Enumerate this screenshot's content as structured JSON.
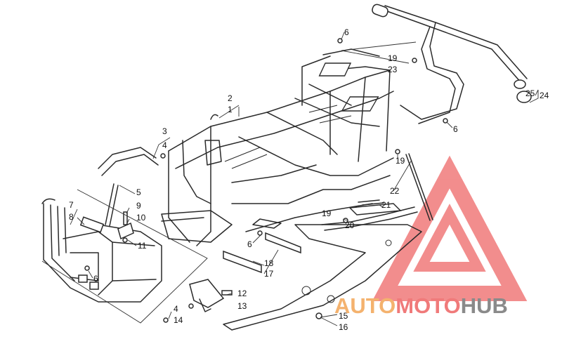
{
  "diagram": {
    "callouts": [
      {
        "id": "c1",
        "text": "1"
      },
      {
        "id": "c2",
        "text": "2"
      },
      {
        "id": "c3",
        "text": "3"
      },
      {
        "id": "c4a",
        "text": "4"
      },
      {
        "id": "c4b",
        "text": "4"
      },
      {
        "id": "c5",
        "text": "5"
      },
      {
        "id": "c6a",
        "text": "6"
      },
      {
        "id": "c6b",
        "text": "6"
      },
      {
        "id": "c6c",
        "text": "6"
      },
      {
        "id": "c6d",
        "text": "6"
      },
      {
        "id": "c7",
        "text": "7"
      },
      {
        "id": "c8",
        "text": "8"
      },
      {
        "id": "c9",
        "text": "9"
      },
      {
        "id": "c10",
        "text": "10"
      },
      {
        "id": "c11",
        "text": "11"
      },
      {
        "id": "c12",
        "text": "12"
      },
      {
        "id": "c13",
        "text": "13"
      },
      {
        "id": "c14",
        "text": "14"
      },
      {
        "id": "c15",
        "text": "15"
      },
      {
        "id": "c16",
        "text": "16"
      },
      {
        "id": "c17",
        "text": "17"
      },
      {
        "id": "c18",
        "text": "18"
      },
      {
        "id": "c19a",
        "text": "19"
      },
      {
        "id": "c19b",
        "text": "19"
      },
      {
        "id": "c19c",
        "text": "19"
      },
      {
        "id": "c20",
        "text": "20"
      },
      {
        "id": "c21",
        "text": "21"
      },
      {
        "id": "c22",
        "text": "22"
      },
      {
        "id": "c23",
        "text": "23"
      },
      {
        "id": "c24",
        "text": "24"
      },
      {
        "id": "c25",
        "text": "25"
      }
    ]
  },
  "watermark": {
    "part1": "AUTO",
    "part2": "MOTO",
    "part3": "HUB",
    "colors": {
      "orange": "#f4b26e",
      "red": "#f07a7a",
      "gray": "#8a8a8a"
    }
  }
}
